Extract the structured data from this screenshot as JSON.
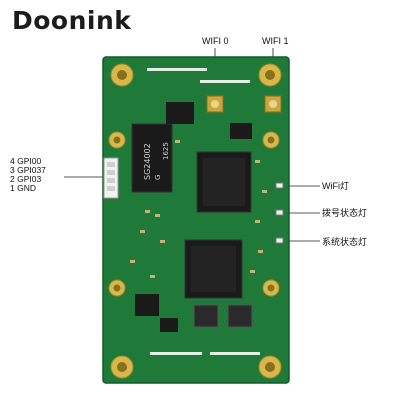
{
  "brand": {
    "name": "Doonink"
  },
  "antennas": {
    "wifi0": "WIFI 0",
    "wifi1": "WIFI 1"
  },
  "pin_labels": [
    "4 GPI00",
    "3 GPI037",
    "2 GPI03",
    "1 GND"
  ],
  "led_labels": {
    "wifi": "WiFi灯",
    "dial": "拨号状态灯",
    "system": "系统状态灯"
  },
  "chips": {
    "lan_chip": "SG24002",
    "lan_chip_sub": "G",
    "lan_chip_code": "1625"
  },
  "colors": {
    "pcb": "#1f7a3a",
    "pad": "#d8b84a",
    "chip": "#1a1a1a"
  }
}
